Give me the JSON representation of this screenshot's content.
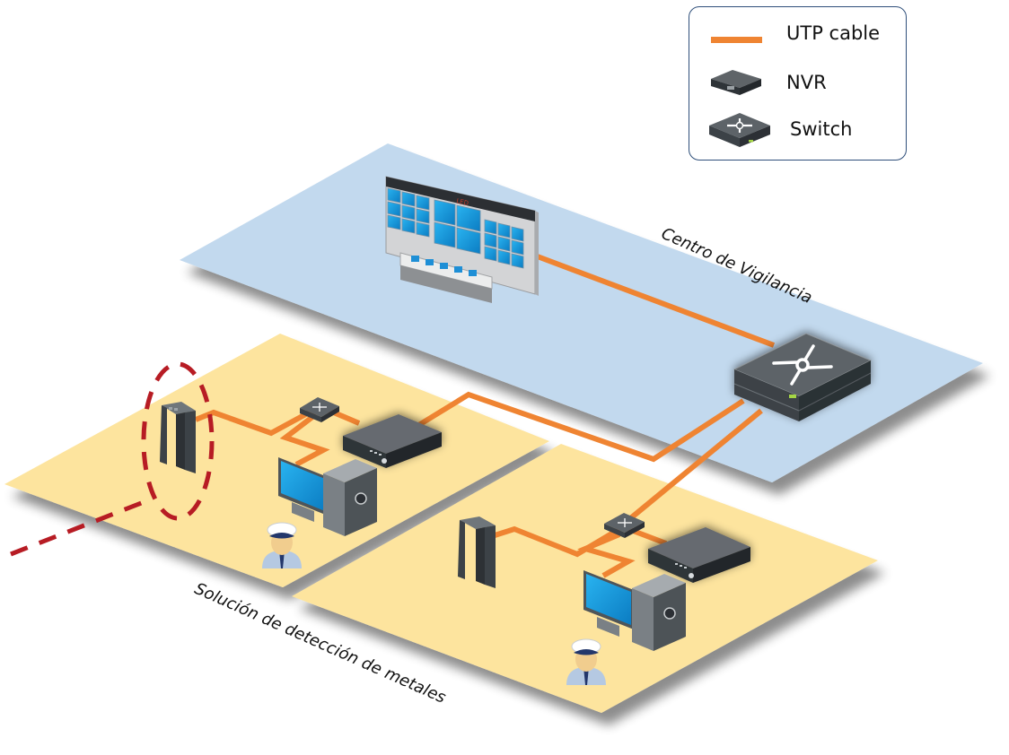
{
  "legend": {
    "items": [
      {
        "label": "UTP cable",
        "icon": "utp-cable-swatch"
      },
      {
        "label": "NVR",
        "icon": "nvr-icon"
      },
      {
        "label": "Switch",
        "icon": "switch-icon"
      }
    ]
  },
  "zones": {
    "monitoring_center": {
      "label": "Centro de Vigilancia",
      "color": "#c2d9ee"
    },
    "metal_detection": {
      "label": "Solución de detección de metales",
      "color": "#fde49e"
    }
  },
  "video_wall": {
    "header_text": "LED"
  },
  "colors": {
    "cable": "#ef8432",
    "highlight_dashes": "#b71c24",
    "device_dark": "#3a4045",
    "screen_blue": "#1a9be0"
  }
}
